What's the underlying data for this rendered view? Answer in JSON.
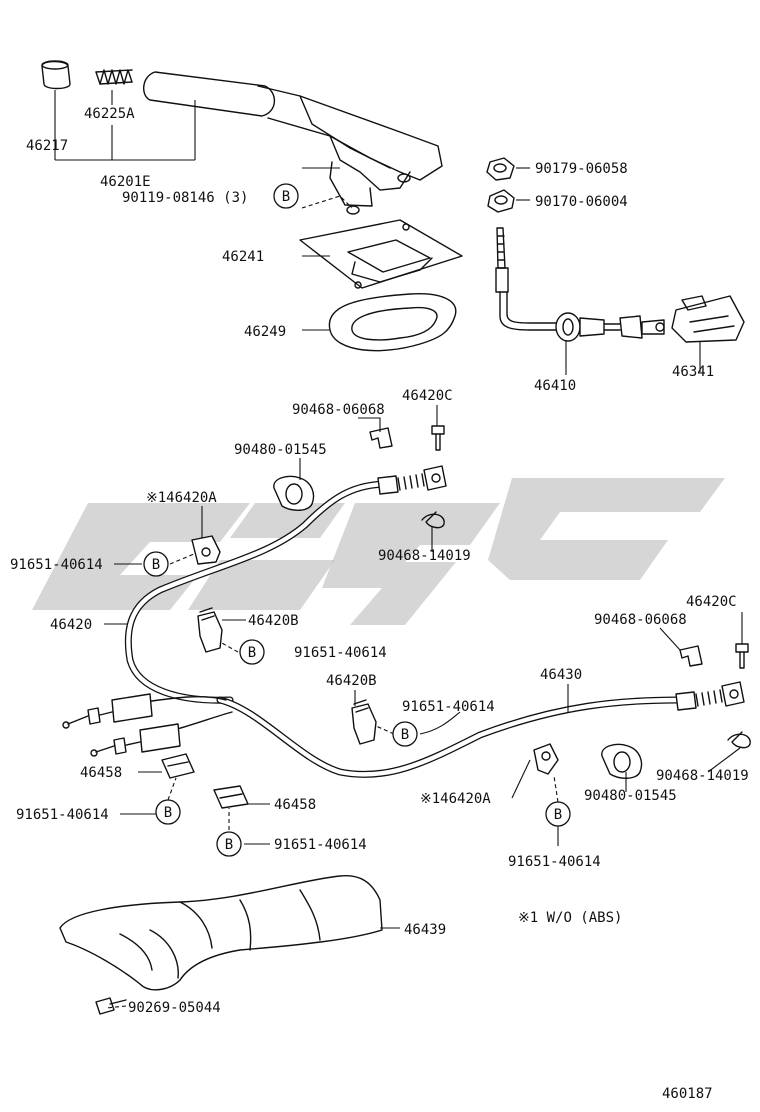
{
  "labels": {
    "p46217": "46217",
    "p46225A": "46225A",
    "p46201E": "46201E",
    "p90119": "90119-08146 (3)",
    "p46241": "46241",
    "p46249": "46249",
    "p90179": "90179-06058",
    "p90170": "90170-06004",
    "p46410": "46410",
    "p46341": "46341",
    "p90468a": "90468-06068",
    "p46420Ca": "46420C",
    "p90480a": "90480-01545",
    "p146420Aa": "※146420A",
    "p91651a": "91651-40614",
    "p90468b": "90468-14019",
    "p46420": "46420",
    "p46420Ba": "46420B",
    "p91651b": "91651-40614",
    "p46420Cb": "46420C",
    "p90468c": "90468-06068",
    "p46430": "46430",
    "p46420Bb": "46420B",
    "p91651c": "91651-40614",
    "p46458a": "46458",
    "p91651d": "91651-40614",
    "p46458b": "46458",
    "p91651e": "91651-40614",
    "p90480b": "90480-01545",
    "p90468d": "90468-14019",
    "p146420Ab": "※146420A",
    "p91651f": "91651-40614",
    "p46439": "46439",
    "p90269": "90269-05044",
    "note": "※1 W/O (ABS)",
    "diagram_no": "460187"
  },
  "bubble_letter": "B"
}
